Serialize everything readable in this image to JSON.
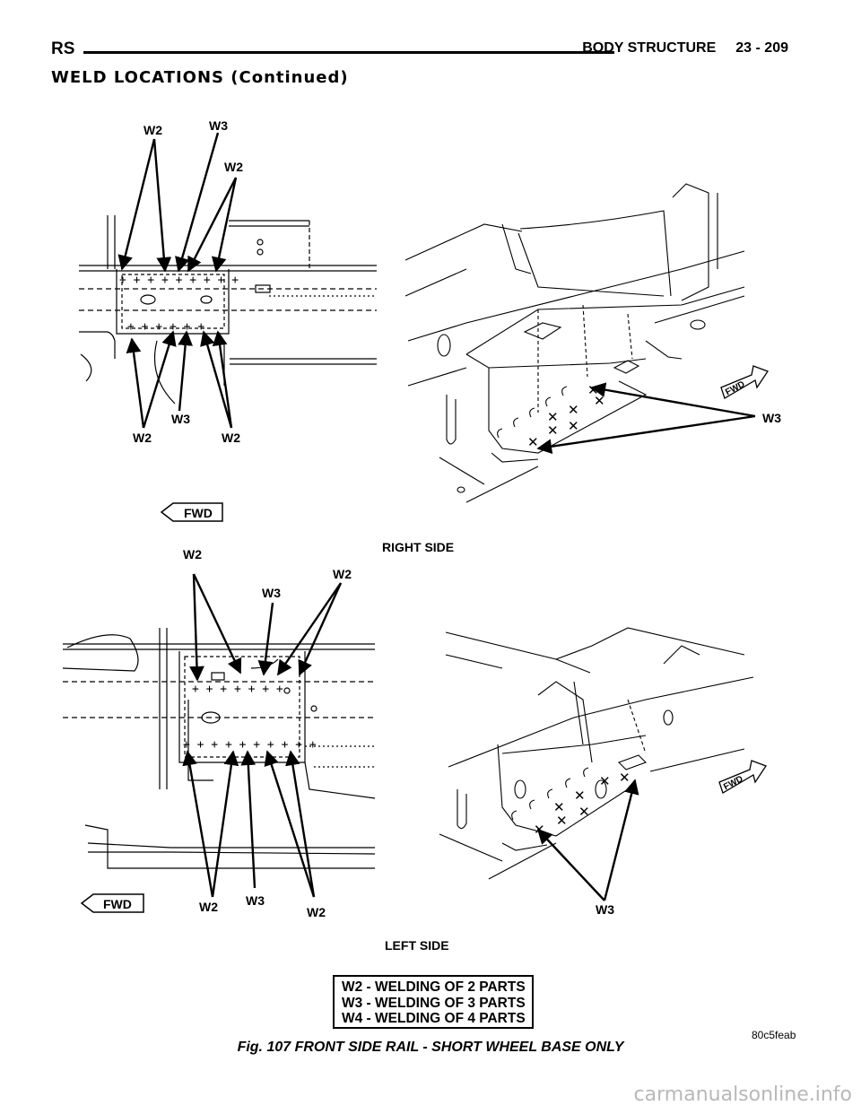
{
  "header": {
    "left": "RS",
    "section": "BODY STRUCTURE",
    "page": "23 - 209"
  },
  "section_title": "WELD LOCATIONS (Continued)",
  "figure": {
    "right_side_label": "RIGHT SIDE",
    "left_side_label": "LEFT SIDE",
    "fwd_label": "FWD",
    "callouts": {
      "w2": "W2",
      "w3": "W3"
    }
  },
  "legend": [
    "W2 - WELDING OF 2 PARTS",
    "W3 - WELDING OF 3 PARTS",
    "W4 - WELDING OF 4 PARTS"
  ],
  "figure_code": "80c5feab",
  "caption": "Fig. 107 FRONT SIDE RAIL - SHORT WHEEL BASE ONLY",
  "watermark": "carmanualsonline.info"
}
